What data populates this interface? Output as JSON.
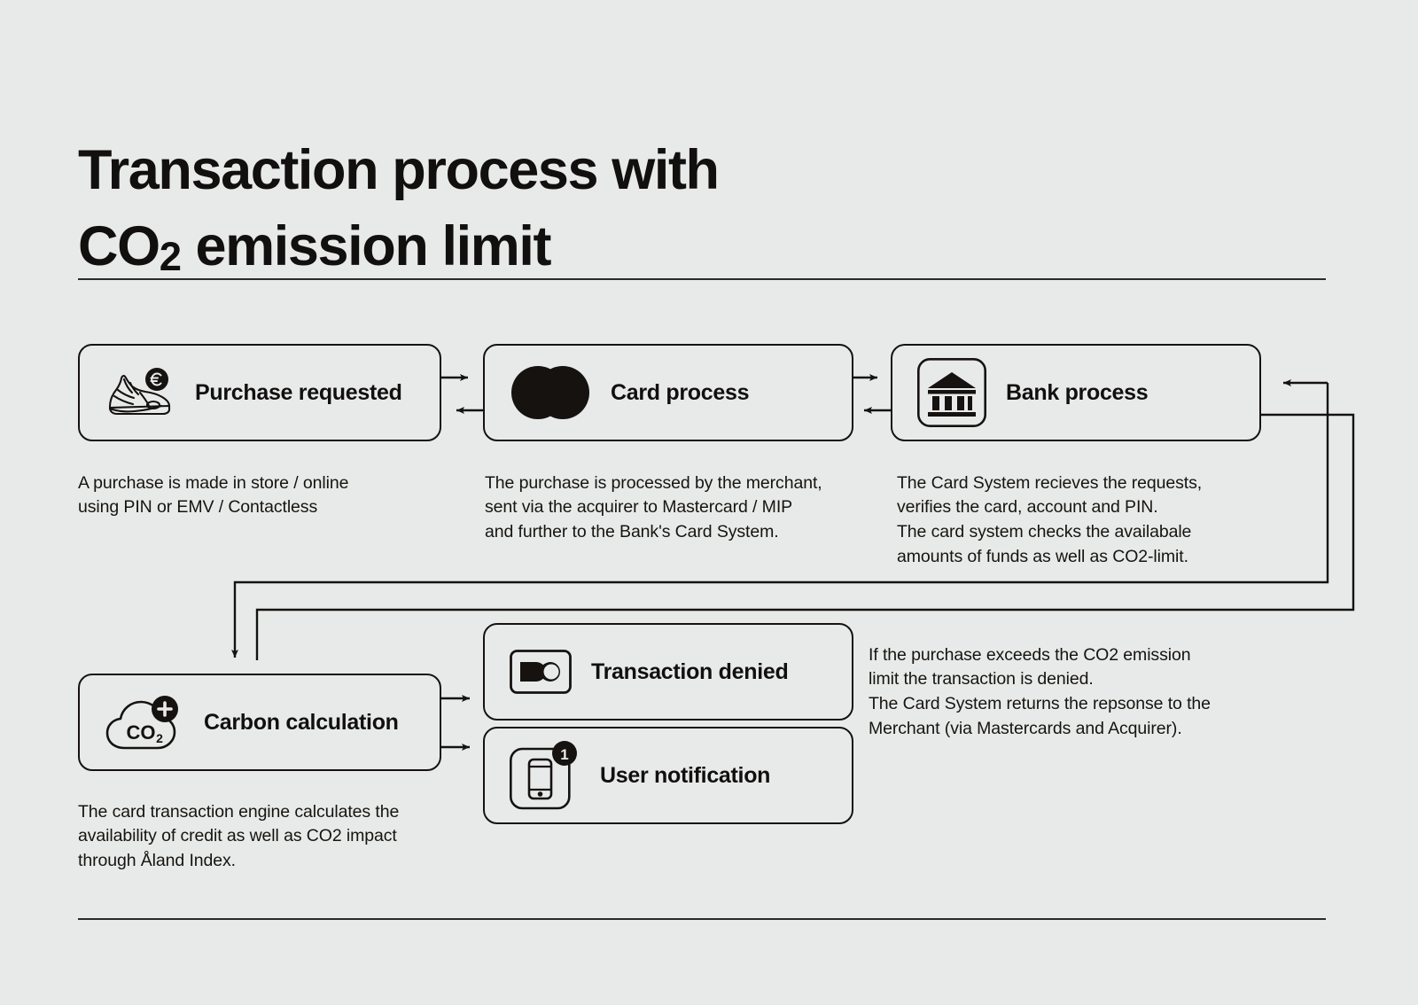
{
  "page": {
    "title_line1": "Transaction process with",
    "title_line2_pre": "CO",
    "title_line2_sub": "2",
    "title_line2_post": " emission limit",
    "background_color": "#e8eaea",
    "ink_color": "#12100f"
  },
  "nodes": {
    "purchase": {
      "label": "Purchase requested",
      "icon": "sneaker-euro-icon",
      "caption": "A purchase is made in store / online\nusing PIN or EMV / Contactless"
    },
    "card": {
      "label": "Card process",
      "icon": "mastercard-circles-icon",
      "caption": "The purchase is processed by the merchant,\nsent via the acquirer to Mastercard / MIP\nand further to the Bank's Card System."
    },
    "bank": {
      "label": "Bank process",
      "icon": "bank-building-icon",
      "caption": "The Card System recieves the requests,\nverifies the card, account and PIN.\nThe card system checks the availabale\namounts of funds as well as CO2-limit."
    },
    "carbon": {
      "label": "Carbon calculation",
      "icon": "co2-cloud-plus-icon",
      "caption": "The card transaction engine calculates the\navailability of credit as well as CO2 impact\nthrough Åland Index."
    },
    "denied": {
      "label": "Transaction denied",
      "icon": "card-declined-icon",
      "caption": "If the purchase exceeds the CO2 emission\nlimit the transaction is denied.\nThe Card System returns the repsonse to the\nMerchant (via Mastercards and Acquirer)."
    },
    "notification": {
      "label": "User notification",
      "icon": "phone-notification-icon",
      "badge_count": "1"
    }
  },
  "connectors": [
    {
      "name": "purchase-to-card",
      "direction": "right"
    },
    {
      "name": "card-to-purchase",
      "direction": "left"
    },
    {
      "name": "card-to-bank",
      "direction": "right"
    },
    {
      "name": "bank-to-card",
      "direction": "left"
    },
    {
      "name": "bank-to-carbon-outer-loop",
      "direction": "down"
    },
    {
      "name": "carbon-to-bank-return-loop",
      "direction": "left"
    },
    {
      "name": "carbon-to-denied",
      "direction": "right"
    },
    {
      "name": "carbon-to-notification",
      "direction": "right"
    }
  ]
}
